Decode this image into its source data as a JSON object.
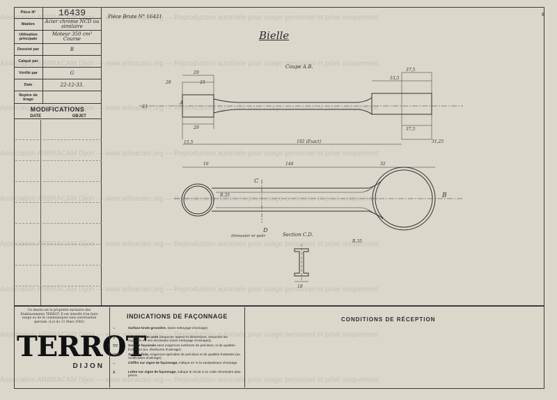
{
  "title_block": {
    "rows": [
      {
        "label": "Pièce N°",
        "value": "16439"
      },
      {
        "label": "Matière",
        "value": "Acier chrome NCD ou similaire"
      },
      {
        "label": "Utilisation principale",
        "value": "Moteur 350 cm³ Course"
      },
      {
        "label": "Dessiné par",
        "value": "B"
      },
      {
        "label": "Calqué par",
        "value": ""
      },
      {
        "label": "Vérifié par",
        "value": "G"
      },
      {
        "label": "Date",
        "value": "22-12-33."
      },
      {
        "label": "Repère de tirage",
        "value": ""
      }
    ]
  },
  "modifications": {
    "title": "MODIFICATIONS",
    "col_date": "DATE",
    "col_objet": "OBJET"
  },
  "reference": "Pièce Brute N° 16431",
  "drawing_title": "Bielle",
  "page_number": "8",
  "notice": "Ce dessin est la propriété exclusive des Etablissements TERROT. Il est interdit d'en faire usage ou de le communiquer sans autorisation spéciale. (Loi du 11 Mars 1902)",
  "logo": {
    "name": "TERROT",
    "city": "DIJON"
  },
  "indications": {
    "title": "INDICATIONS DE FAÇONNAGE",
    "items": [
      {
        "symbol": "~",
        "bold": "Surface brute grossière.",
        "text": " (sans nettoyage d'usinage)."
      },
      {
        "symbol": "∇",
        "bold": "Surface brute usée",
        "text": " (respecter aspect et dimensions, retoucher les rugosités s'il est nécessaire (sans nettoyage d'usinage))."
      },
      {
        "symbol": "∇∇",
        "bold": "Surface façonnée",
        "text": " sans exigences extrêmes de précision, ni de qualités frottantes (ex. ébarbures d'usinage)."
      },
      {
        "symbol": "∇∇∇",
        "bold": "Surface finie,",
        "text": " exigences spéciales de précision et de qualités frottantes (ex. rectification d'usinage)."
      },
      {
        "symbol": "—",
        "bold": "Chiffre sur signe de façonnage,",
        "text": " indique en % la surépaisseur d'usinage."
      },
      {
        "symbol": "A",
        "bold": "Lettre sur signe de façonnage,",
        "text": " indique le recuit à un code nécessaire plus précis."
      }
    ]
  },
  "conditions": {
    "title": "CONDITIONS DE RÉCEPTION"
  },
  "views": {
    "top_label": "Coupe A.B.",
    "section_label": "Section C.D.",
    "chamfer_note": "Démouler et polir",
    "label_a": "A",
    "label_b": "B",
    "label_c": "C",
    "label_d": "D"
  },
  "dimensions": {
    "d_29a": "29",
    "d_28": "28",
    "d_25": "25",
    "d_29b": "29",
    "d_155": "15,5",
    "d_192": "192 (Exact)",
    "d_3125": "31,25",
    "d_375a": "37,5",
    "d_535": "53,5",
    "d_375b": "37,5",
    "d_16": "16",
    "d_144": "144",
    "d_32": "32",
    "d_r35a": "R.35",
    "d_r35b": "R.35",
    "d_18": "18",
    "d_23": "23"
  },
  "watermark": "Association ARBRACAM Dijon — www.arbracam.org — Reproduction autorisée pour usage personnel et privé uniquement"
}
